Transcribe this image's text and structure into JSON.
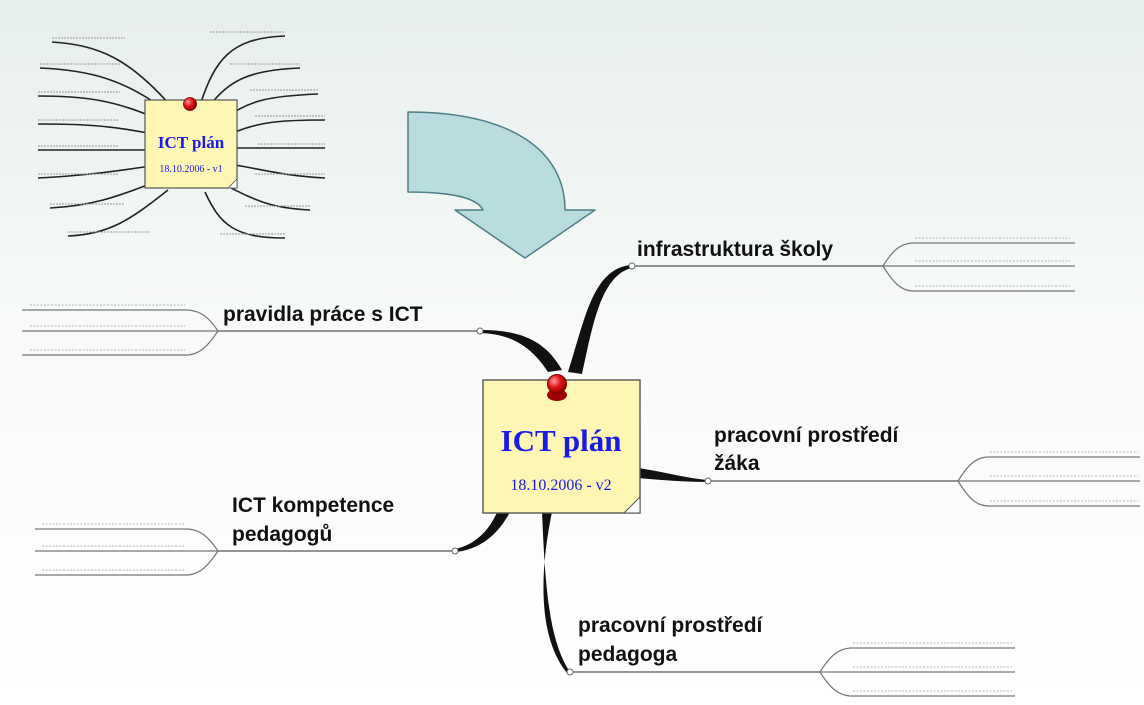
{
  "colors": {
    "background_top": "#eef3f2",
    "note_fill": "#fdf6b5",
    "note_border": "#555555",
    "note_text": "#1a1ae6",
    "pin": "#e01010",
    "arrow_fill": "#b9dcdf",
    "arrow_stroke": "#4f7f86",
    "branch_line": "#111111",
    "leaf_line": "#8a8a8a"
  },
  "small_map": {
    "title": "ICT plán",
    "date": "18.10.2006 - v1"
  },
  "arrow": {
    "icon": "curved-arrow-down-icon"
  },
  "main_map": {
    "title": "ICT plán",
    "date": "18.10.2006 - v2",
    "branches": [
      {
        "id": "infrastruktura",
        "lines": [
          "infrastruktura školy"
        ]
      },
      {
        "id": "pravidla",
        "lines": [
          "pravidla práce s ICT"
        ]
      },
      {
        "id": "zak",
        "lines": [
          "pracovní prostředí",
          "žáka"
        ]
      },
      {
        "id": "kompetence",
        "lines": [
          "ICT kompetence",
          "pedagogů"
        ]
      },
      {
        "id": "pedagog",
        "lines": [
          "pracovní prostředí",
          "pedagoga"
        ]
      }
    ]
  }
}
